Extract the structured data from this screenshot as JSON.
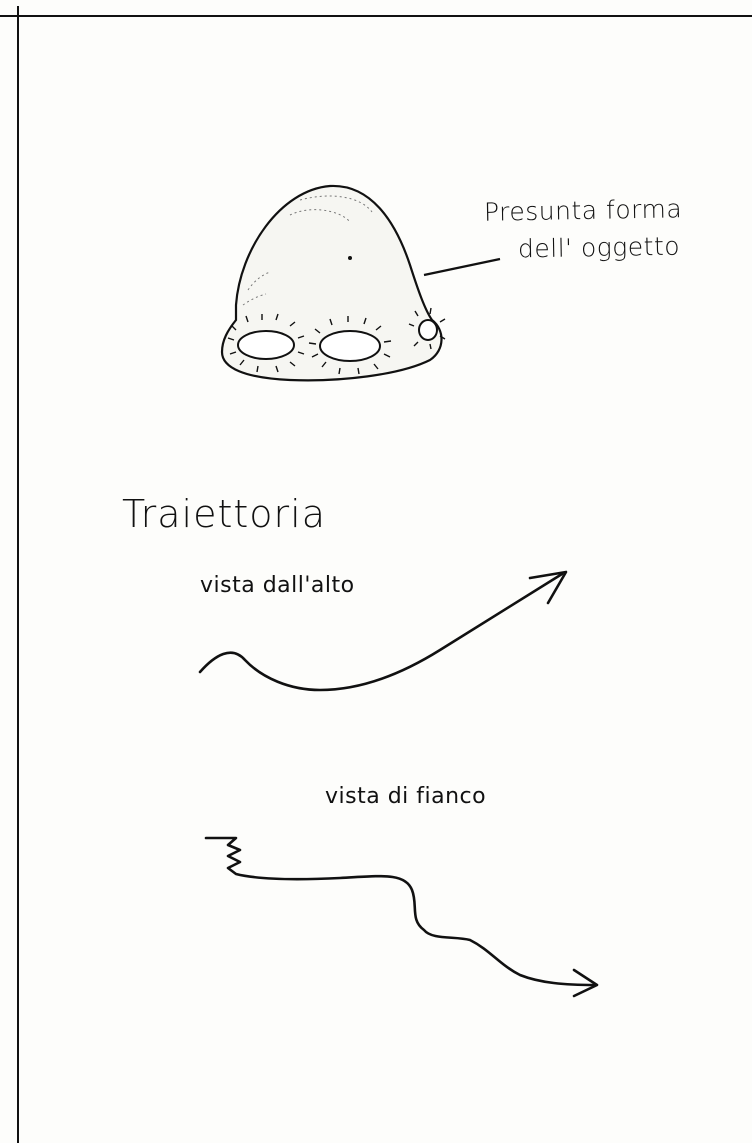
{
  "object_label": {
    "line1": "Presunta forma",
    "line2": "dell' oggetto"
  },
  "trajectory": {
    "title": "Traiettoria",
    "top_view_label": "vista dall'alto",
    "side_view_label": "vista di fianco"
  },
  "colors": {
    "ink": "#111111",
    "paper": "#fdfdfb"
  }
}
